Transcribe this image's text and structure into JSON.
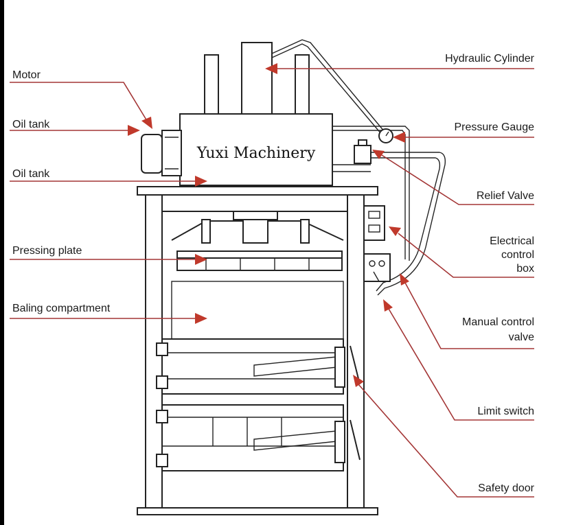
{
  "brand_text": "Yuxi Machinery",
  "labels": {
    "motor": "Motor",
    "oil_tank_1": "Oil tank",
    "oil_tank_2": "Oil tank",
    "pressing_plate": "Pressing plate",
    "baling_compartment": "Baling compartment",
    "hydraulic_cylinder": "Hydraulic Cylinder",
    "pressure_gauge": "Pressure Gauge",
    "relief_valve": "Relief Valve",
    "electrical_control_box": [
      "Electrical",
      "control",
      "box"
    ],
    "manual_control_valve": [
      "Manual control",
      "valve"
    ],
    "limit_switch": "Limit switch",
    "safety_door": "Safety door"
  },
  "colors": {
    "leader_line": "#a33535",
    "arrowhead": "#c0392b",
    "drawing": "#222222"
  }
}
